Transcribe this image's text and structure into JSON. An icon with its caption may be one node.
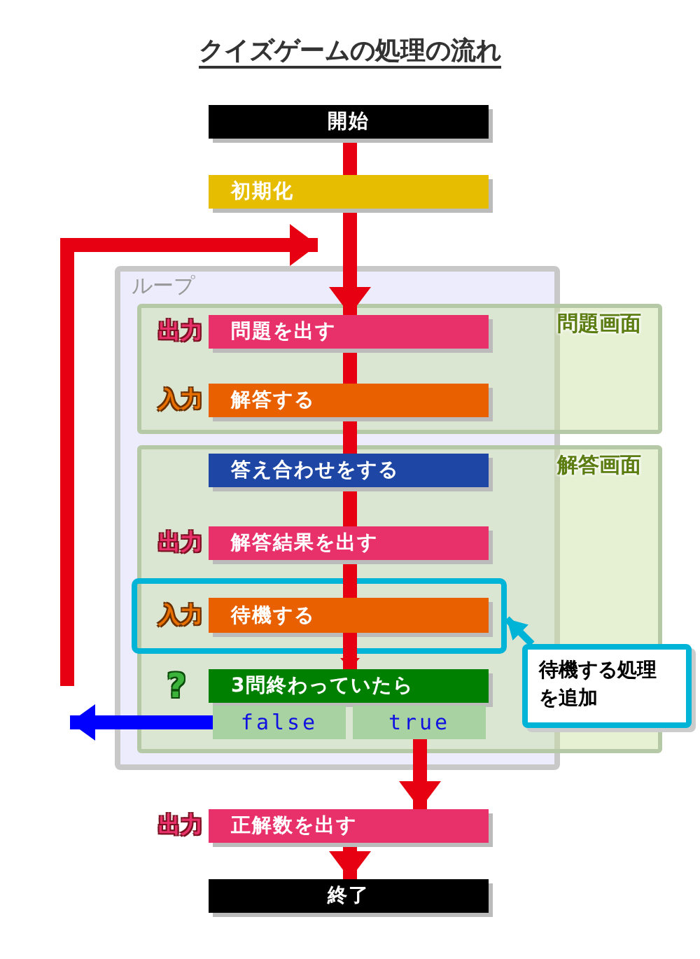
{
  "diagram": {
    "title": "クイズゲームの処理の流れ",
    "nodes": [
      {
        "text": [
          "開始"
        ]
      },
      {
        "text": [
          "初期化"
        ]
      },
      {
        "text": [
          "問題画面"
        ]
      },
      {
        "text": [
          "問題を出す"
        ],
        "in": 2,
        "beside": [
          "出力"
        ]
      },
      {
        "text": [
          "解答する"
        ],
        "in": 2,
        "beside": [
          "入力"
        ]
      },
      {
        "text": [
          "解答画面"
        ]
      },
      {
        "text": [
          "答え合わせをする"
        ],
        "in": 5
      },
      {
        "text": [
          "解答結果を出す"
        ],
        "in": 5,
        "beside": [
          "出力"
        ]
      },
      {
        "text": [],
        "shape": "box",
        "in": 5
      },
      {
        "text": [
          "待機する"
        ],
        "in": 8,
        "beside": [
          "入力"
        ]
      },
      {
        "text": [
          "3問終わっていたら"
        ],
        "in": 5,
        "beside": [
          "?"
        ]
      },
      {
        "text": [
          "false"
        ],
        "in": 5
      },
      {
        "text": [
          "true"
        ],
        "in": 5
      },
      {
        "text": [
          "正解数を出す"
        ],
        "beside": [
          "出力"
        ]
      },
      {
        "text": [
          "終了"
        ]
      },
      {
        "text": [
          "待機する処理を追加"
        ]
      }
    ],
    "edges": [
      {
        "from": 0,
        "to": 1,
        "arrow": "none"
      },
      {
        "from": 1,
        "to": 3,
        "arrow": "to"
      },
      {
        "from": 3,
        "to": 4,
        "arrow": "none"
      },
      {
        "from": 4,
        "to": 6,
        "arrow": "none"
      },
      {
        "from": 6,
        "to": 7,
        "arrow": "none"
      },
      {
        "from": 7,
        "to": 9,
        "arrow": "none"
      },
      {
        "from": 9,
        "to": 10,
        "arrow": "to"
      },
      {
        "from": 11,
        "to": null,
        "arrow": "to",
        "color": "#0000ff"
      },
      {
        "from": null,
        "to": 3,
        "arrow": "to"
      },
      {
        "from": 12,
        "to": 13,
        "arrow": "to"
      },
      {
        "from": 13,
        "to": 14,
        "arrow": "to"
      },
      {
        "from": 15,
        "to": 8,
        "arrow": "to",
        "color": "#00b4d8"
      }
    ],
    "labels": [
      "ループ"
    ]
  }
}
